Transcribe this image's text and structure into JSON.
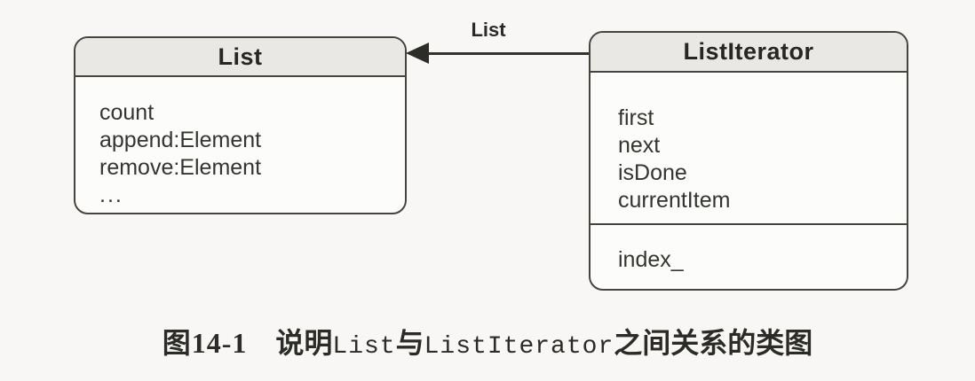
{
  "diagram": {
    "arrow": {
      "label": "List",
      "from": "ListIterator",
      "to": "List",
      "direction": "right-to-left"
    },
    "classes": [
      {
        "name": "List",
        "members": [
          "count",
          "append:Element",
          "remove:Element",
          "..."
        ]
      },
      {
        "name": "ListIterator",
        "methods": [
          "first",
          "next",
          "isDone",
          "currentItem"
        ],
        "attributes": [
          "index_"
        ]
      }
    ]
  },
  "caption": {
    "figure_label": "图14-1",
    "text_part_1": "说明",
    "code_1": "List",
    "text_part_2": "与",
    "code_2": "ListIterator",
    "text_part_3": "之间关系的类图",
    "full_text": "图14-1 说明List与ListIterator之间关系的类图"
  },
  "colors": {
    "page_background": "#f8f7f5",
    "box_fill": "#fcfcfa",
    "header_fill": "#e9e8e4",
    "line": "#45443f",
    "text": "#2d2d2b"
  }
}
